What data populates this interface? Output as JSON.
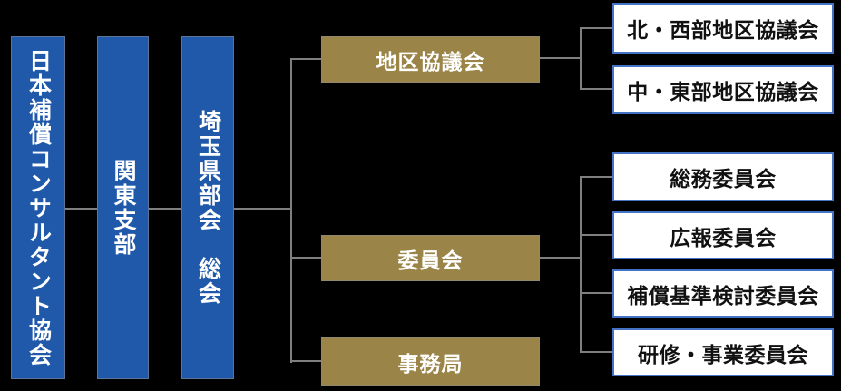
{
  "org": {
    "root": {
      "label": "日本補償コンサルタント協会"
    },
    "branch": {
      "label": "関東支部"
    },
    "chapter": {
      "label": "埼玉県部会　総会"
    },
    "units": [
      {
        "label": "地区協議会",
        "children": [
          {
            "label": "北・西部地区協議会"
          },
          {
            "label": "中・東部地区協議会"
          }
        ]
      },
      {
        "label": "委員会",
        "children": [
          {
            "label": "総務委員会"
          },
          {
            "label": "広報委員会"
          },
          {
            "label": "補償基準検討委員会"
          },
          {
            "label": "研修・事業委員会"
          }
        ]
      },
      {
        "label": "事務局",
        "children": []
      }
    ]
  },
  "colors": {
    "background": "#000000",
    "pillar_blue": "#2059a9",
    "unit_gold": "#9a8448",
    "leaf_border_blue": "#4472c4",
    "connector_gray": "#7f7f7f",
    "pillar_text": "#ffffff",
    "leaf_text": "#111111"
  }
}
